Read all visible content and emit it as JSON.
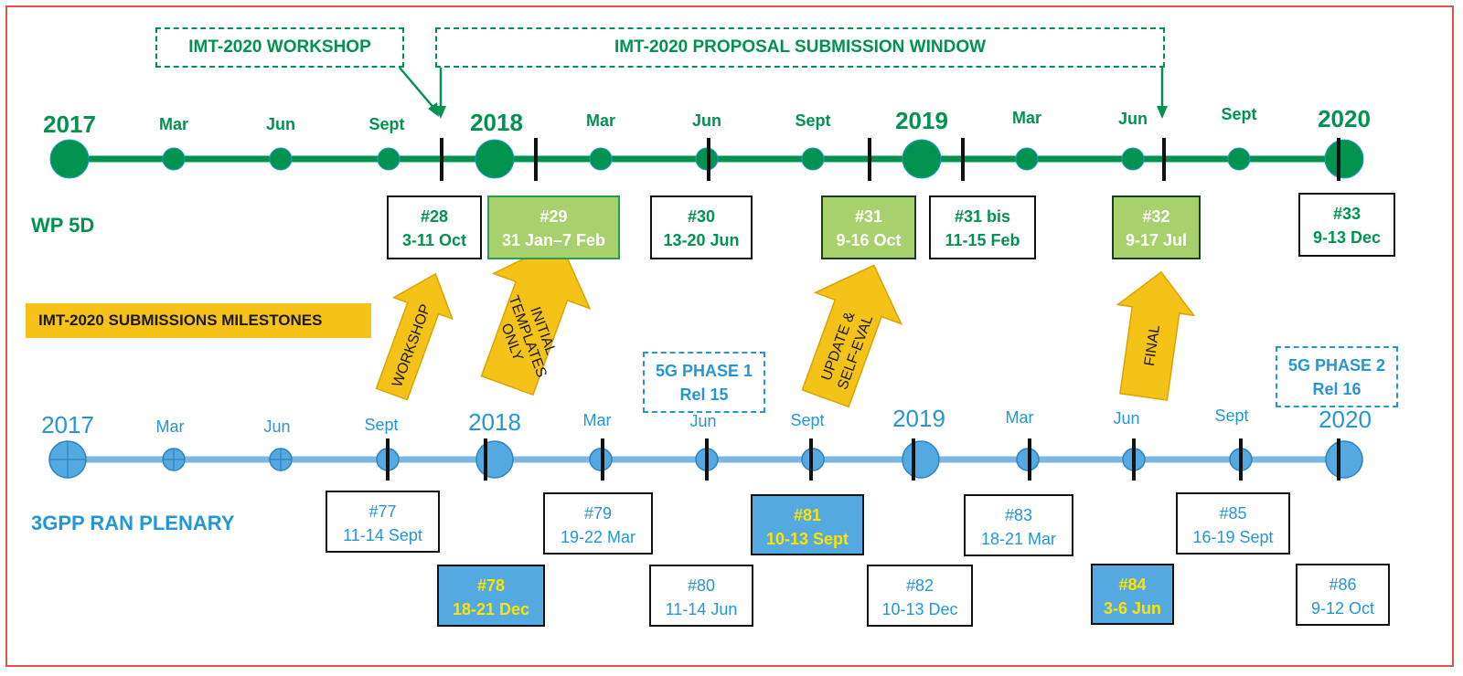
{
  "colors": {
    "wp5d": "#00934f",
    "gpp": "#2596d4",
    "gold": "#f5c218",
    "green_fill": "#a6d16d",
    "blue_fill": "#54a9e0",
    "marker": "#111111",
    "border": "#d9534f"
  },
  "top_banners": {
    "workshop": "IMT-2020 WORKSHOP",
    "window": "IMT-2020 PROPOSAL SUBMISSION WINDOW"
  },
  "wp5d": {
    "title": "WP 5D",
    "ticks": [
      "2017",
      "Mar",
      "Jun",
      "Sept",
      "2018",
      "Mar",
      "Jun",
      "Sept",
      "2019",
      "Mar",
      "Jun",
      "Sept",
      "2020"
    ],
    "meetings": [
      {
        "num": "#28",
        "date": "3-11 Oct",
        "style": "plain"
      },
      {
        "num": "#29",
        "date": "31 Jan–7 Feb",
        "style": "filled"
      },
      {
        "num": "#30",
        "date": "13-20 Jun",
        "style": "plain"
      },
      {
        "num": "#31",
        "date": "9-16 Oct",
        "style": "filled"
      },
      {
        "num": "#31 bis",
        "date": "11-15 Feb",
        "style": "plain"
      },
      {
        "num": "#32",
        "date": "9-17 Jul",
        "style": "filled"
      },
      {
        "num": "#33",
        "date": "9-13 Dec",
        "style": "plain"
      }
    ]
  },
  "milestones": {
    "banner": "IMT-2020 SUBMISSIONS MILESTONES",
    "arrows": [
      "WORKSHOP",
      "INITIAL TEMPLATES ONLY",
      "UPDATE & SELF-EVAL",
      "FINAL"
    ]
  },
  "phases": [
    {
      "line1": "5G PHASE 1",
      "line2": "Rel 15"
    },
    {
      "line1": "5G PHASE 2",
      "line2": "Rel 16"
    }
  ],
  "gpp": {
    "title": "3GPP RAN PLENARY",
    "ticks": [
      "2017",
      "Mar",
      "Jun",
      "Sept",
      "2018",
      "Mar",
      "Jun",
      "Sept",
      "2019",
      "Mar",
      "Jun",
      "Sept",
      "2020"
    ],
    "meetings": [
      {
        "num": "#77",
        "date": "11-14 Sept",
        "style": "plain"
      },
      {
        "num": "#78",
        "date": "18-21 Dec",
        "style": "filled"
      },
      {
        "num": "#79",
        "date": "19-22 Mar",
        "style": "plain"
      },
      {
        "num": "#80",
        "date": "11-14 Jun",
        "style": "plain"
      },
      {
        "num": "#81",
        "date": "10-13 Sept",
        "style": "filled"
      },
      {
        "num": "#82",
        "date": "10-13 Dec",
        "style": "plain"
      },
      {
        "num": "#83",
        "date": "18-21 Mar",
        "style": "plain"
      },
      {
        "num": "#84",
        "date": "3-6 Jun",
        "style": "filled"
      },
      {
        "num": "#85",
        "date": "16-19 Sept",
        "style": "plain"
      },
      {
        "num": "#86",
        "date": "9-12 Oct",
        "style": "plain"
      }
    ]
  }
}
